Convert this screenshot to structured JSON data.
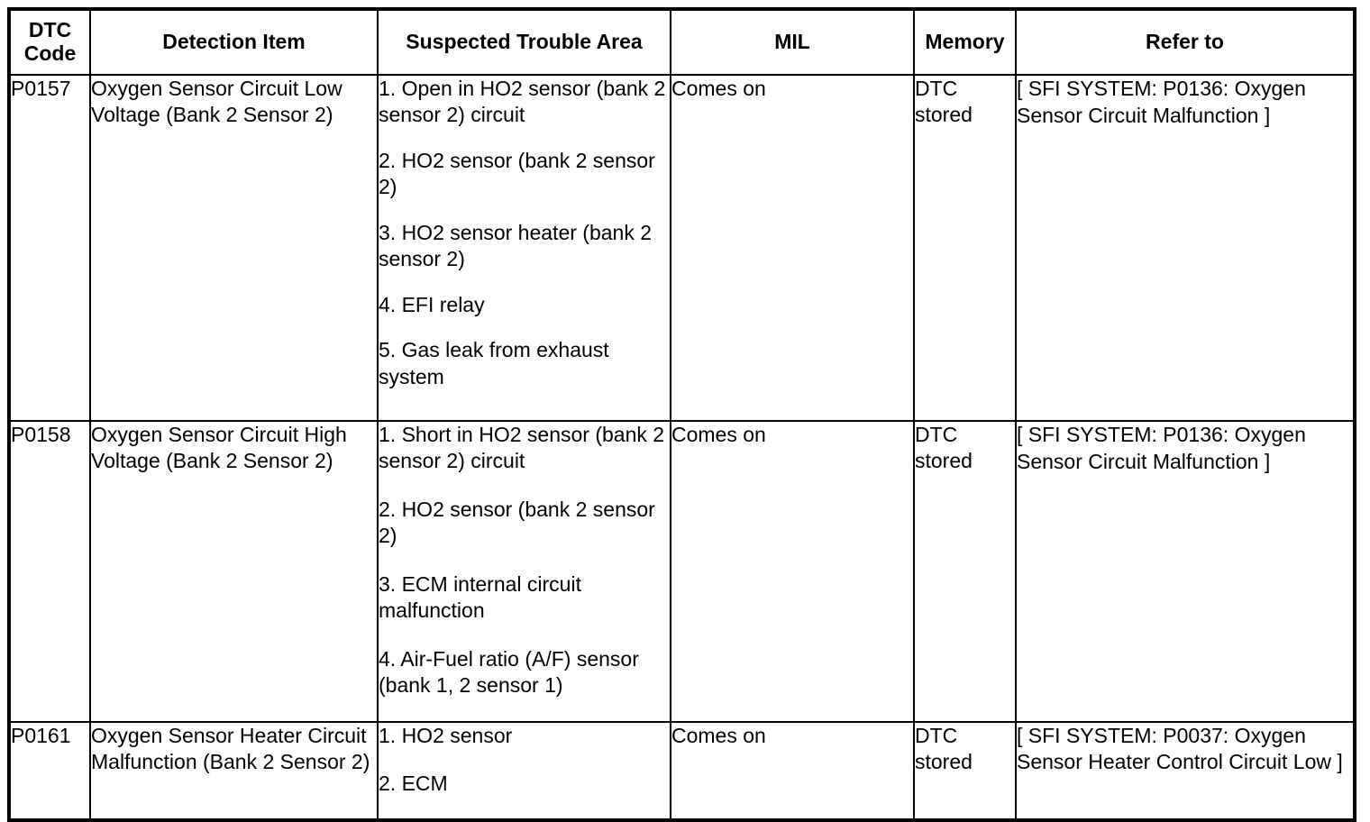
{
  "table": {
    "headers": [
      {
        "id": "dtc-code",
        "label": "DTC\nCode"
      },
      {
        "id": "detection-item",
        "label": "Detection Item"
      },
      {
        "id": "suspected-trouble-area",
        "label": "Suspected Trouble Area"
      },
      {
        "id": "mil",
        "label": "MIL"
      },
      {
        "id": "memory",
        "label": "Memory"
      },
      {
        "id": "refer-to",
        "label": "Refer to"
      }
    ],
    "header_labels": {
      "dtc_code_line1": "DTC",
      "dtc_code_line2": "Code",
      "detection_item": "Detection Item",
      "suspected_trouble_area": "Suspected Trouble Area",
      "mil": "MIL",
      "memory": "Memory",
      "refer_to": "Refer to"
    },
    "rows": [
      {
        "dtc_code": "P0157",
        "detection_item": "Oxygen Sensor Circuit Low Voltage (Bank 2 Sensor 2)",
        "suspected_trouble_area": [
          "1. Open in HO2 sensor (bank 2 sensor 2) circuit",
          "2. HO2 sensor (bank 2 sensor 2)",
          "3. HO2 sensor heater (bank 2 sensor 2)",
          "4. EFI relay",
          "5. Gas leak from exhaust system"
        ],
        "mil": "Comes on",
        "memory": "DTC stored",
        "refer_to": "[ SFI SYSTEM: P0136: Oxygen Sensor Circuit Malfunction ]"
      },
      {
        "dtc_code": "P0158",
        "detection_item": "Oxygen Sensor Circuit High Voltage (Bank 2 Sensor 2)",
        "suspected_trouble_area": [
          "1. Short in HO2 sensor (bank 2 sensor 2) circuit",
          "2. HO2 sensor (bank 2 sensor 2)",
          "3. ECM internal circuit malfunction",
          "4. Air-Fuel ratio (A/F) sensor (bank 1, 2 sensor 1)"
        ],
        "mil": "Comes on",
        "memory": "DTC stored",
        "refer_to": "[ SFI SYSTEM: P0136: Oxygen Sensor Circuit Malfunction ]"
      },
      {
        "dtc_code": "P0161",
        "detection_item": "Oxygen Sensor Heater Circuit Malfunction (Bank 2 Sensor 2)",
        "suspected_trouble_area": [
          "1. HO2 sensor",
          "2. ECM"
        ],
        "mil": "Comes on",
        "memory": "DTC stored",
        "refer_to": "[ SFI SYSTEM: P0037: Oxygen Sensor Heater Control Circuit Low ]"
      }
    ]
  },
  "colors": {
    "border": "#000000",
    "text": "#000000",
    "background": "#ffffff"
  }
}
